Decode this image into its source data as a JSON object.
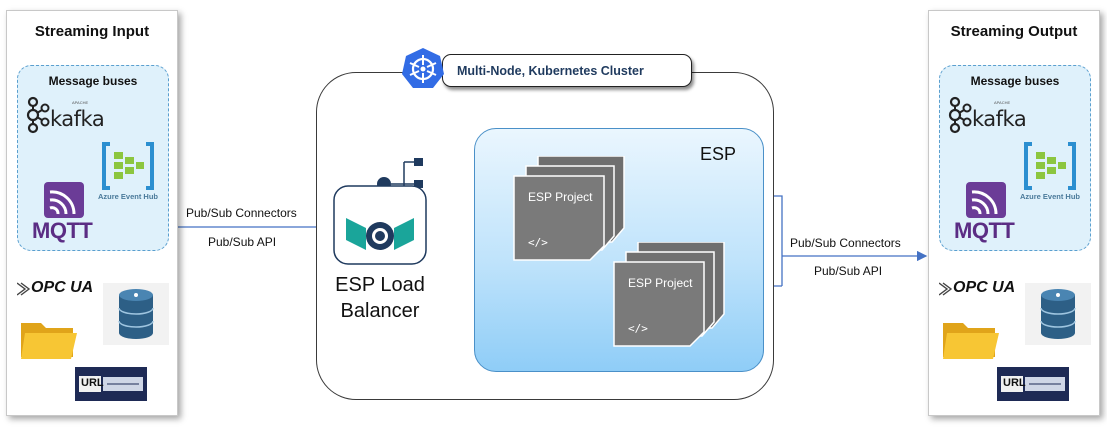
{
  "input": {
    "title": "Streaming Input",
    "message_buses": "Message buses",
    "kafka": "kafka",
    "kafka_apache": "APACHE",
    "event_hub": "Azure Event Hub",
    "mqtt": "MQTT",
    "opc": "OPC UA",
    "url": "URL"
  },
  "output": {
    "title": "Streaming Output",
    "message_buses": "Message buses",
    "kafka": "kafka",
    "kafka_apache": "APACHE",
    "event_hub": "Azure Event Hub",
    "mqtt": "MQTT",
    "opc": "OPC UA",
    "url": "URL"
  },
  "links": {
    "in_connectors": "Pub/Sub Connectors",
    "in_api": "Pub/Sub API",
    "out_connectors": "Pub/Sub Connectors",
    "out_api": "Pub/Sub API"
  },
  "cluster": {
    "title": "Multi-Node, Kubernetes Cluster"
  },
  "load_balancer": {
    "line1": "ESP Load",
    "line2": "Balancer"
  },
  "esp": {
    "label": "ESP",
    "projects": [
      {
        "name": "ESP Project",
        "code": "</>"
      },
      {
        "name": "ESP Project",
        "code": "</>"
      }
    ]
  },
  "colors": {
    "accent_blue": "#4472c4",
    "bus_fill": "#dff1fb",
    "esp_fill": "#bfe3fb",
    "project_gray": "#7a7a7a",
    "lb_teal": "#1aa59a",
    "k8s_blue": "#326ce5"
  },
  "icons": [
    "kafka-icon",
    "azure-event-hub-icon",
    "mqtt-icon",
    "opc-ua-icon",
    "database-icon",
    "folder-icon",
    "url-icon",
    "kubernetes-icon",
    "load-balancer-icon",
    "network-tree-icon"
  ]
}
